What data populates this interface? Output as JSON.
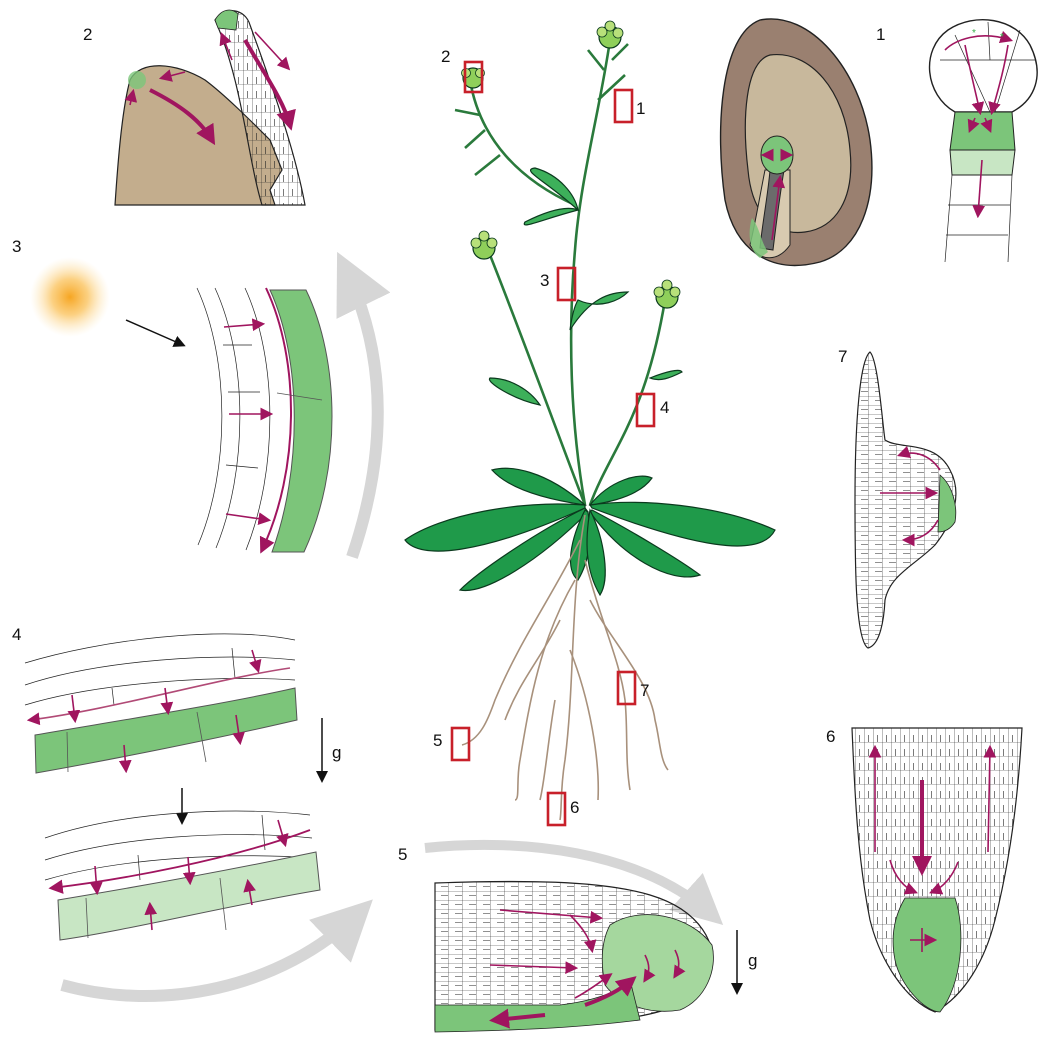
{
  "panel_labels": {
    "p1": "1",
    "p2": "2",
    "p3": "3",
    "p4": "4",
    "p5": "5",
    "p6": "6",
    "p7": "7"
  },
  "plant_markers": [
    "1",
    "2",
    "3",
    "4",
    "5",
    "6",
    "7"
  ],
  "gravity_label_4": "g",
  "gravity_label_5": "g",
  "colors": {
    "auxin_arrow": "#a0155f",
    "auxin_green": "#7cc57a",
    "auxin_green_light": "#c8e6c4",
    "region_box": "#c8202a",
    "leaf": "#1f9a4a",
    "stem": "#2a7a3c",
    "seed_coat": "#9a8070",
    "endosperm": "#c8b89c",
    "root": "#a8917c",
    "light_source": "#f6a623"
  }
}
